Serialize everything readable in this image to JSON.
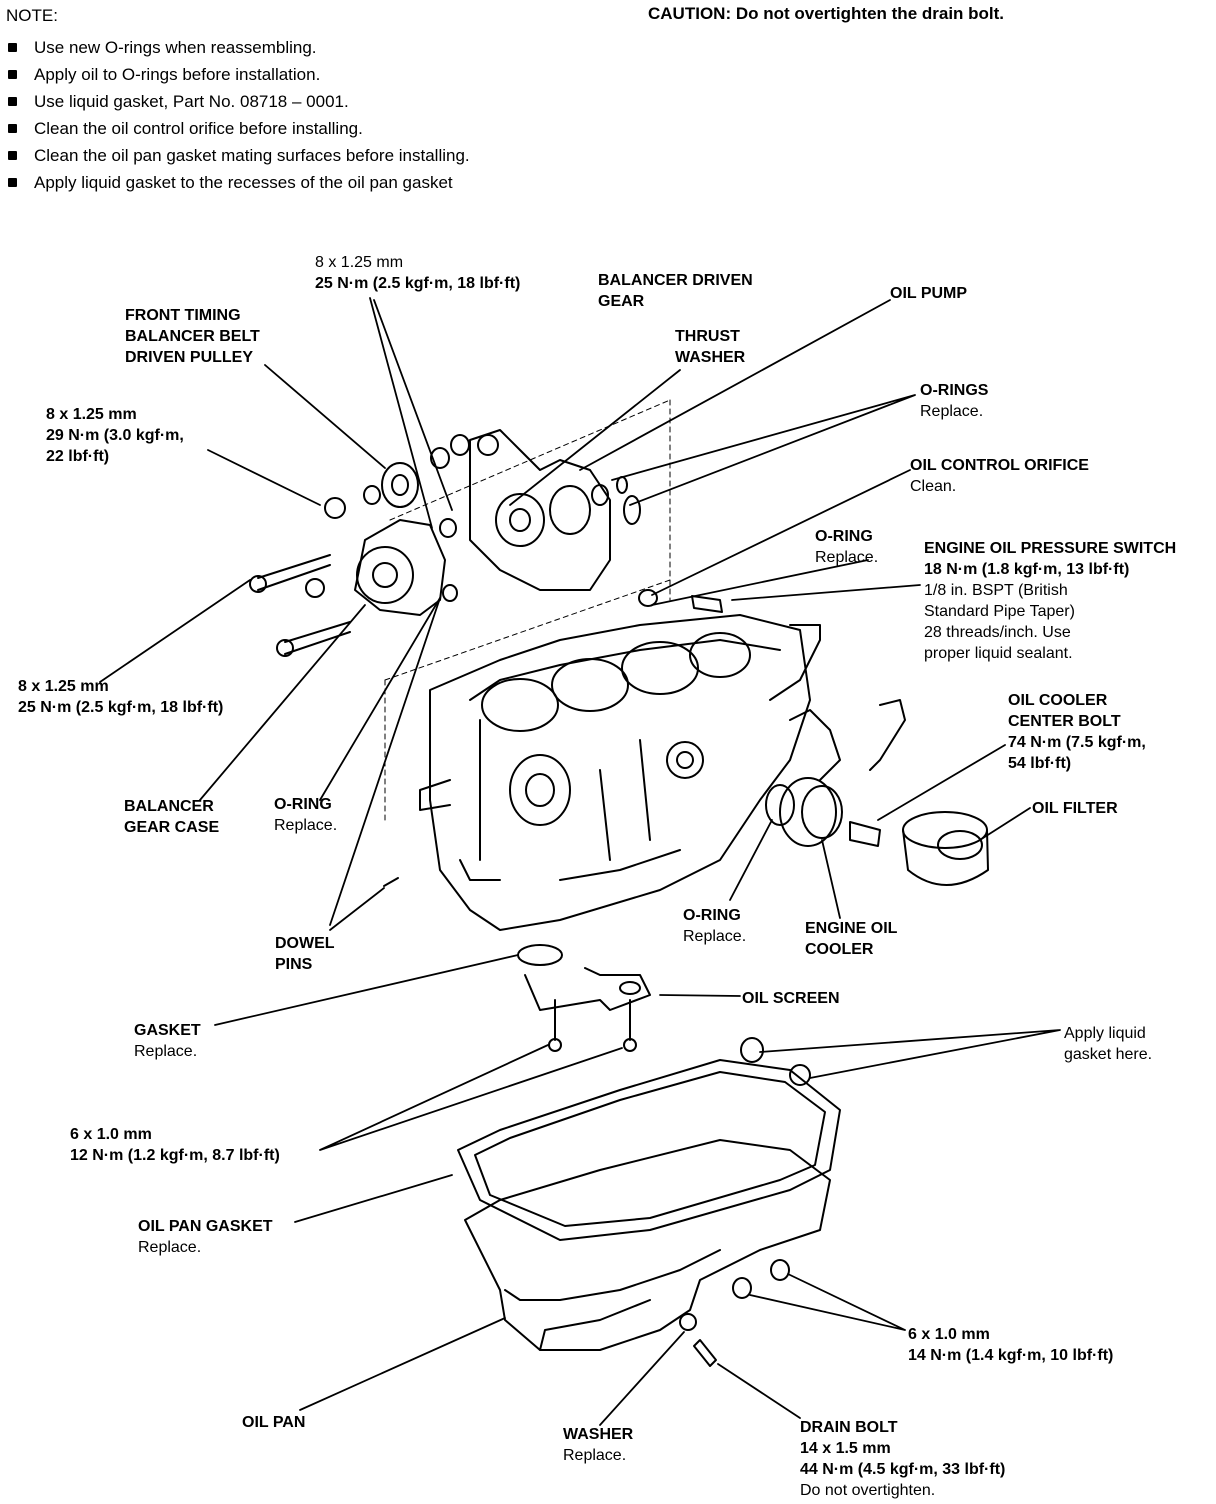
{
  "note": {
    "title": "NOTE:",
    "items": [
      "Use new O-rings when reassembling.",
      "Apply oil to O-rings before installation.",
      "Use liquid gasket, Part No. 08718 – 0001.",
      "Clean the oil control orifice before installing.",
      "Clean the oil pan gasket mating surfaces before installing.",
      "Apply liquid gasket to the recesses of the oil pan gasket"
    ]
  },
  "caution": "CAUTION:  Do not overtighten the drain bolt.",
  "labels": {
    "bolt_top": [
      "8 x 1.25 mm",
      "25 N·m (2.5 kgf·m, 18 lbf·ft)"
    ],
    "balancer_driven_gear": [
      "BALANCER DRIVEN",
      "GEAR"
    ],
    "oil_pump": "OIL PUMP",
    "front_timing": [
      "FRONT TIMING",
      "BALANCER BELT",
      "DRIVEN PULLEY"
    ],
    "thrust_washer": [
      "THRUST",
      "WASHER"
    ],
    "orings_top": "O-RINGS",
    "replace": "Replace.",
    "bolt_29": [
      "8 x 1.25 mm",
      "29 N·m (3.0 kgf·m,",
      "22 lbf·ft)"
    ],
    "oil_control_orifice": "OIL CONTROL ORIFICE",
    "clean": "Clean.",
    "oring": "O-RING",
    "pressure_switch": [
      "ENGINE OIL PRESSURE SWITCH",
      "18 N·m (1.8 kgf·m, 13 lbf·ft)"
    ],
    "pressure_switch_note": [
      "1/8 in. BSPT (British",
      "Standard Pipe Taper)",
      "28 threads/inch. Use",
      "proper liquid sealant."
    ],
    "bolt_left": [
      "8 x 1.25 mm",
      "25 N·m (2.5 kgf·m, 18 lbf·ft)"
    ],
    "oil_cooler_center_bolt": [
      "OIL COOLER",
      "CENTER BOLT",
      "74 N·m (7.5 kgf·m,",
      "54 lbf·ft)"
    ],
    "balancer_gear_case": [
      "BALANCER",
      "GEAR CASE"
    ],
    "oil_filter": "OIL FILTER",
    "dowel_pins": [
      "DOWEL",
      "PINS"
    ],
    "engine_oil_cooler": [
      "ENGINE OIL",
      "COOLER"
    ],
    "oil_screen": "OIL SCREEN",
    "gasket": "GASKET",
    "apply_liquid": [
      "Apply liquid",
      "gasket here."
    ],
    "bolt_6_12": [
      "6 x 1.0 mm",
      "12 N·m (1.2 kgf·m, 8.7 lbf·ft)"
    ],
    "oil_pan_gasket": "OIL PAN GASKET",
    "bolt_6_14": [
      "6 x 1.0 mm",
      "14 N·m (1.4 kgf·m, 10 lbf·ft)"
    ],
    "oil_pan": "OIL PAN",
    "washer": "WASHER",
    "drain_bolt": [
      "DRAIN BOLT",
      "14 x 1.5 mm",
      "44 N·m (4.5 kgf·m, 33 lbf·ft)"
    ],
    "do_not_overtighten": "Do not overtighten."
  }
}
